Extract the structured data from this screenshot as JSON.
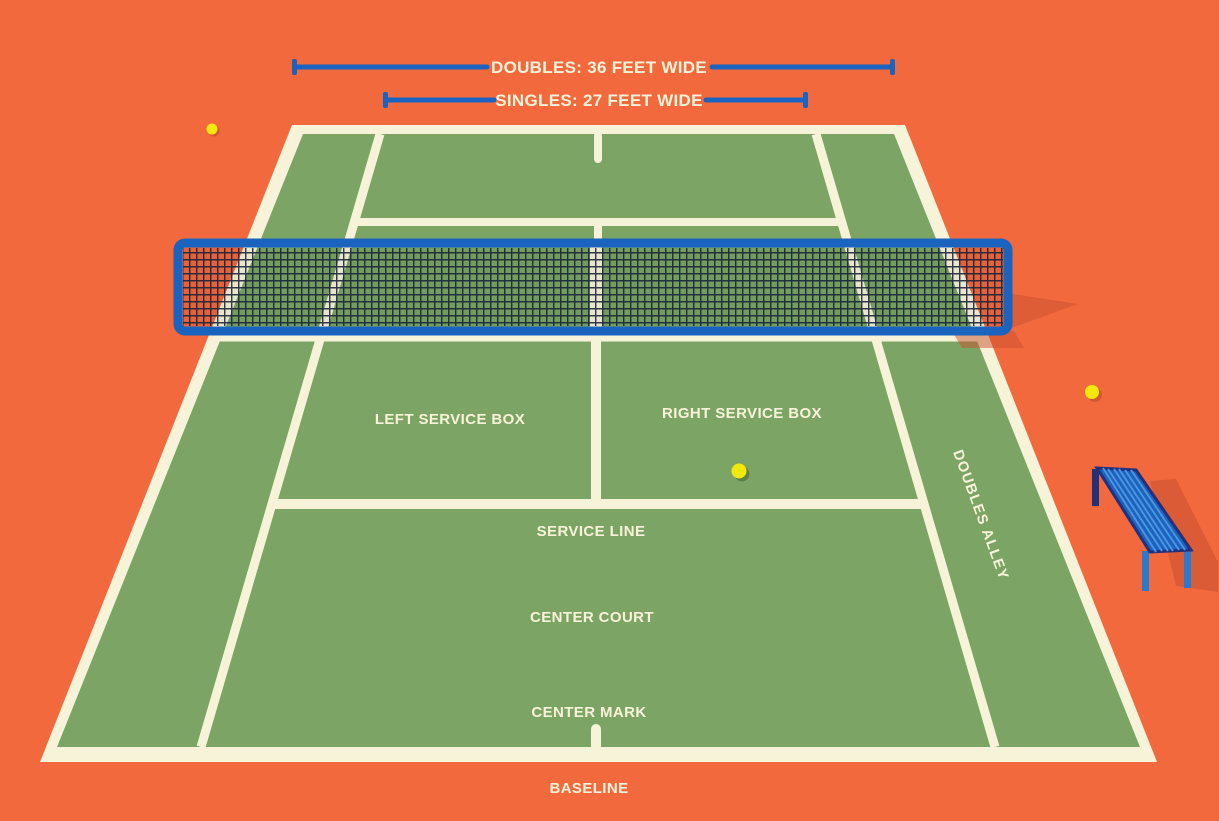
{
  "measurements": {
    "doubles_label": "DOUBLES: 36 FEET WIDE",
    "doubles_feet": 36,
    "singles_label": "SINGLES: 27 FEET WIDE",
    "singles_feet": 27
  },
  "court": {
    "labels": {
      "left_service_box": "LEFT SERVICE BOX",
      "right_service_box": "RIGHT SERVICE BOX",
      "service_line": "SERVICE LINE",
      "center_court": "CENTER COURT",
      "center_mark": "CENTER MARK",
      "baseline": "BASELINE",
      "doubles_alley": "DOUBLES ALLEY"
    }
  },
  "scene": {
    "tennis_ball_count": 3,
    "has_net": true,
    "has_bench": true
  },
  "palette": {
    "background": "#F2693E",
    "court_green": "#7CA565",
    "line_cream": "#F7F3D9",
    "accent_blue": "#1A63BE",
    "net_mesh": "#17233C",
    "ball_yellow": "#F2E90A",
    "shadow_warm": "#C9512F",
    "shadow_green": "#5E7E4B",
    "bench_dark": "#23307A",
    "bench_leg": "#2979CE",
    "bench_slat": "#4D94E0"
  }
}
